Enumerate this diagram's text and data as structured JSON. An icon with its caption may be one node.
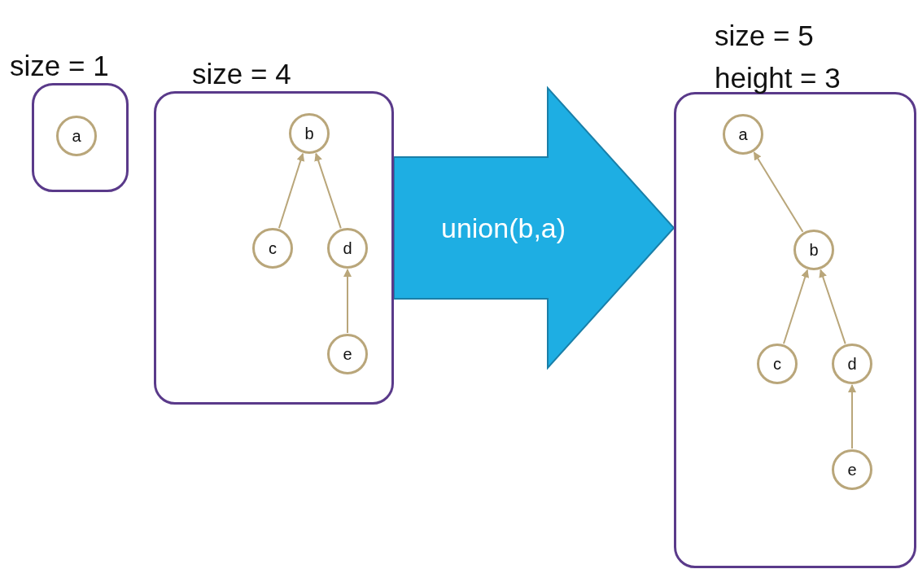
{
  "diagram": {
    "nodes": [
      {
        "text": [
          "size = 1"
        ]
      },
      {
        "text": [
          "a"
        ],
        "in": 0
      },
      {
        "text": [
          "size = 4"
        ]
      },
      {
        "text": [
          "b"
        ],
        "in": 2
      },
      {
        "text": [
          "c"
        ],
        "in": 2
      },
      {
        "text": [
          "d"
        ],
        "in": 2
      },
      {
        "text": [
          "e"
        ],
        "in": 2
      },
      {
        "text": [
          "size = 5",
          "height = 3"
        ]
      },
      {
        "text": [
          "a"
        ],
        "in": 7
      },
      {
        "text": [
          "b"
        ],
        "in": 7
      },
      {
        "text": [
          "c"
        ],
        "in": 7
      },
      {
        "text": [
          "d"
        ],
        "in": 7
      },
      {
        "text": [
          "e"
        ],
        "in": 7
      }
    ],
    "edges": [
      {
        "from": 4,
        "to": 3,
        "arrow": "to"
      },
      {
        "from": 5,
        "to": 3,
        "arrow": "to"
      },
      {
        "from": 6,
        "to": 5,
        "arrow": "to"
      },
      {
        "from": 2,
        "to": 7,
        "arrow": "to",
        "label": "union(b,a)",
        "style": "thick",
        "color": "#1eaee3"
      },
      {
        "from": 9,
        "to": 8,
        "arrow": "to"
      },
      {
        "from": 10,
        "to": 9,
        "arrow": "to"
      },
      {
        "from": 11,
        "to": 9,
        "arrow": "to"
      },
      {
        "from": 12,
        "to": 11,
        "arrow": "to"
      }
    ]
  }
}
